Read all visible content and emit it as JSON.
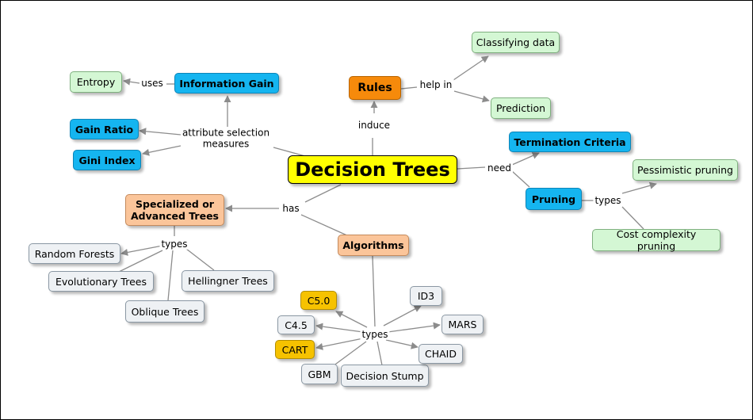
{
  "diagram": {
    "root": "Decision Trees",
    "nodes": {
      "rules": "Rules",
      "classifying_data": "Classifying data",
      "prediction": "Prediction",
      "information_gain": "Information Gain",
      "entropy": "Entropy",
      "gain_ratio": "Gain Ratio",
      "gini_index": "Gini Index",
      "termination_criteria": "Termination Criteria",
      "pruning": "Pruning",
      "pessimistic_pruning": "Pessimistic pruning",
      "cost_complexity_pruning": "Cost complexity pruning",
      "specialized_line1": "Specialized or",
      "specialized_line2": "Advanced Trees",
      "random_forests": "Random Forests",
      "evolutionary_trees": "Evolutionary Trees",
      "hellingner_trees": "Hellingner Trees",
      "oblique_trees": "Oblique Trees",
      "algorithms": "Algorithms",
      "c50": "C5.0",
      "c45": "C4.5",
      "cart": "CART",
      "gbm": "GBM",
      "decision_stump": "Decision Stump",
      "id3": "ID3",
      "mars": "MARS",
      "chaid": "CHAID"
    },
    "links": {
      "induce": "induce",
      "help_in": "help in",
      "uses": "uses",
      "asm_line1": "attribute selection",
      "asm_line2": "measures",
      "need": "need",
      "types_pruning": "types",
      "has": "has",
      "types_specialized": "types",
      "types_algorithms": "types"
    },
    "colors": {
      "root": "#ffff00",
      "blue": "#15b5f0",
      "orange": "#f68a0b",
      "peach": "#fbc59a",
      "green": "#d4f7d4",
      "gray": "#eef1f4",
      "gold": "#f6c200",
      "line": "#8c8c8c"
    }
  }
}
